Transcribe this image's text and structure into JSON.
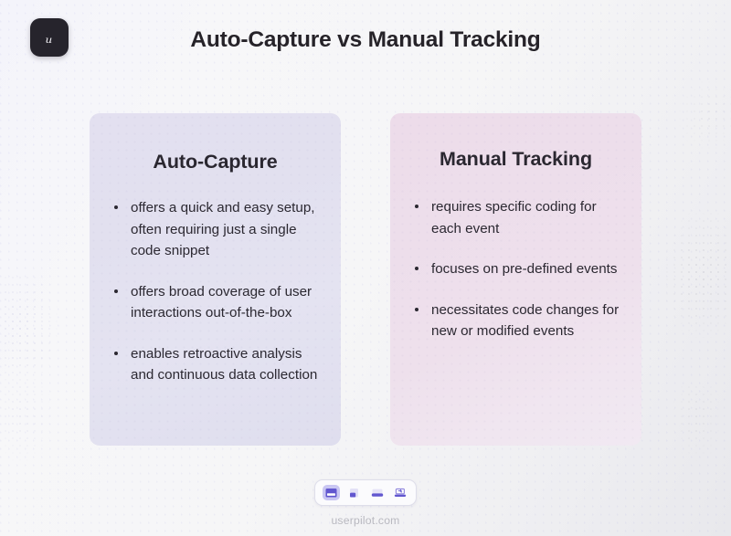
{
  "page": {
    "title": "Auto-Capture vs Manual Tracking",
    "background_color": "#f2f2f5",
    "accent_color": "#6c63d6"
  },
  "logo": {
    "mark": "ᵤ",
    "alt": "userpilot-logo",
    "background_color": "#26242c"
  },
  "cards": [
    {
      "id": "auto-capture",
      "title": "Auto-Capture",
      "background_color": "#e3e0f0",
      "bullets": [
        "offers a quick and easy setup, often requiring just a single code snippet",
        "offers broad coverage of user interactions out-of-the-box",
        "enables retroactive analysis and continuous data collection"
      ]
    },
    {
      "id": "manual-tracking",
      "title": "Manual Tracking",
      "background_color": "#eddcea",
      "bullets": [
        "requires specific coding for each event",
        "focuses on pre-defined events",
        "necessitates code changes for new or modified events"
      ]
    }
  ],
  "footer": {
    "site_url": "userpilot.com",
    "device_toolbar": {
      "active_index": 0,
      "devices": [
        {
          "name": "desktop-icon",
          "label": "Desktop",
          "active": true
        },
        {
          "name": "mobile-icon",
          "label": "Mobile",
          "active": false
        },
        {
          "name": "tablet-icon",
          "label": "Tablet",
          "active": false
        },
        {
          "name": "laptop-icon",
          "label": "Laptop",
          "active": false
        }
      ]
    }
  }
}
